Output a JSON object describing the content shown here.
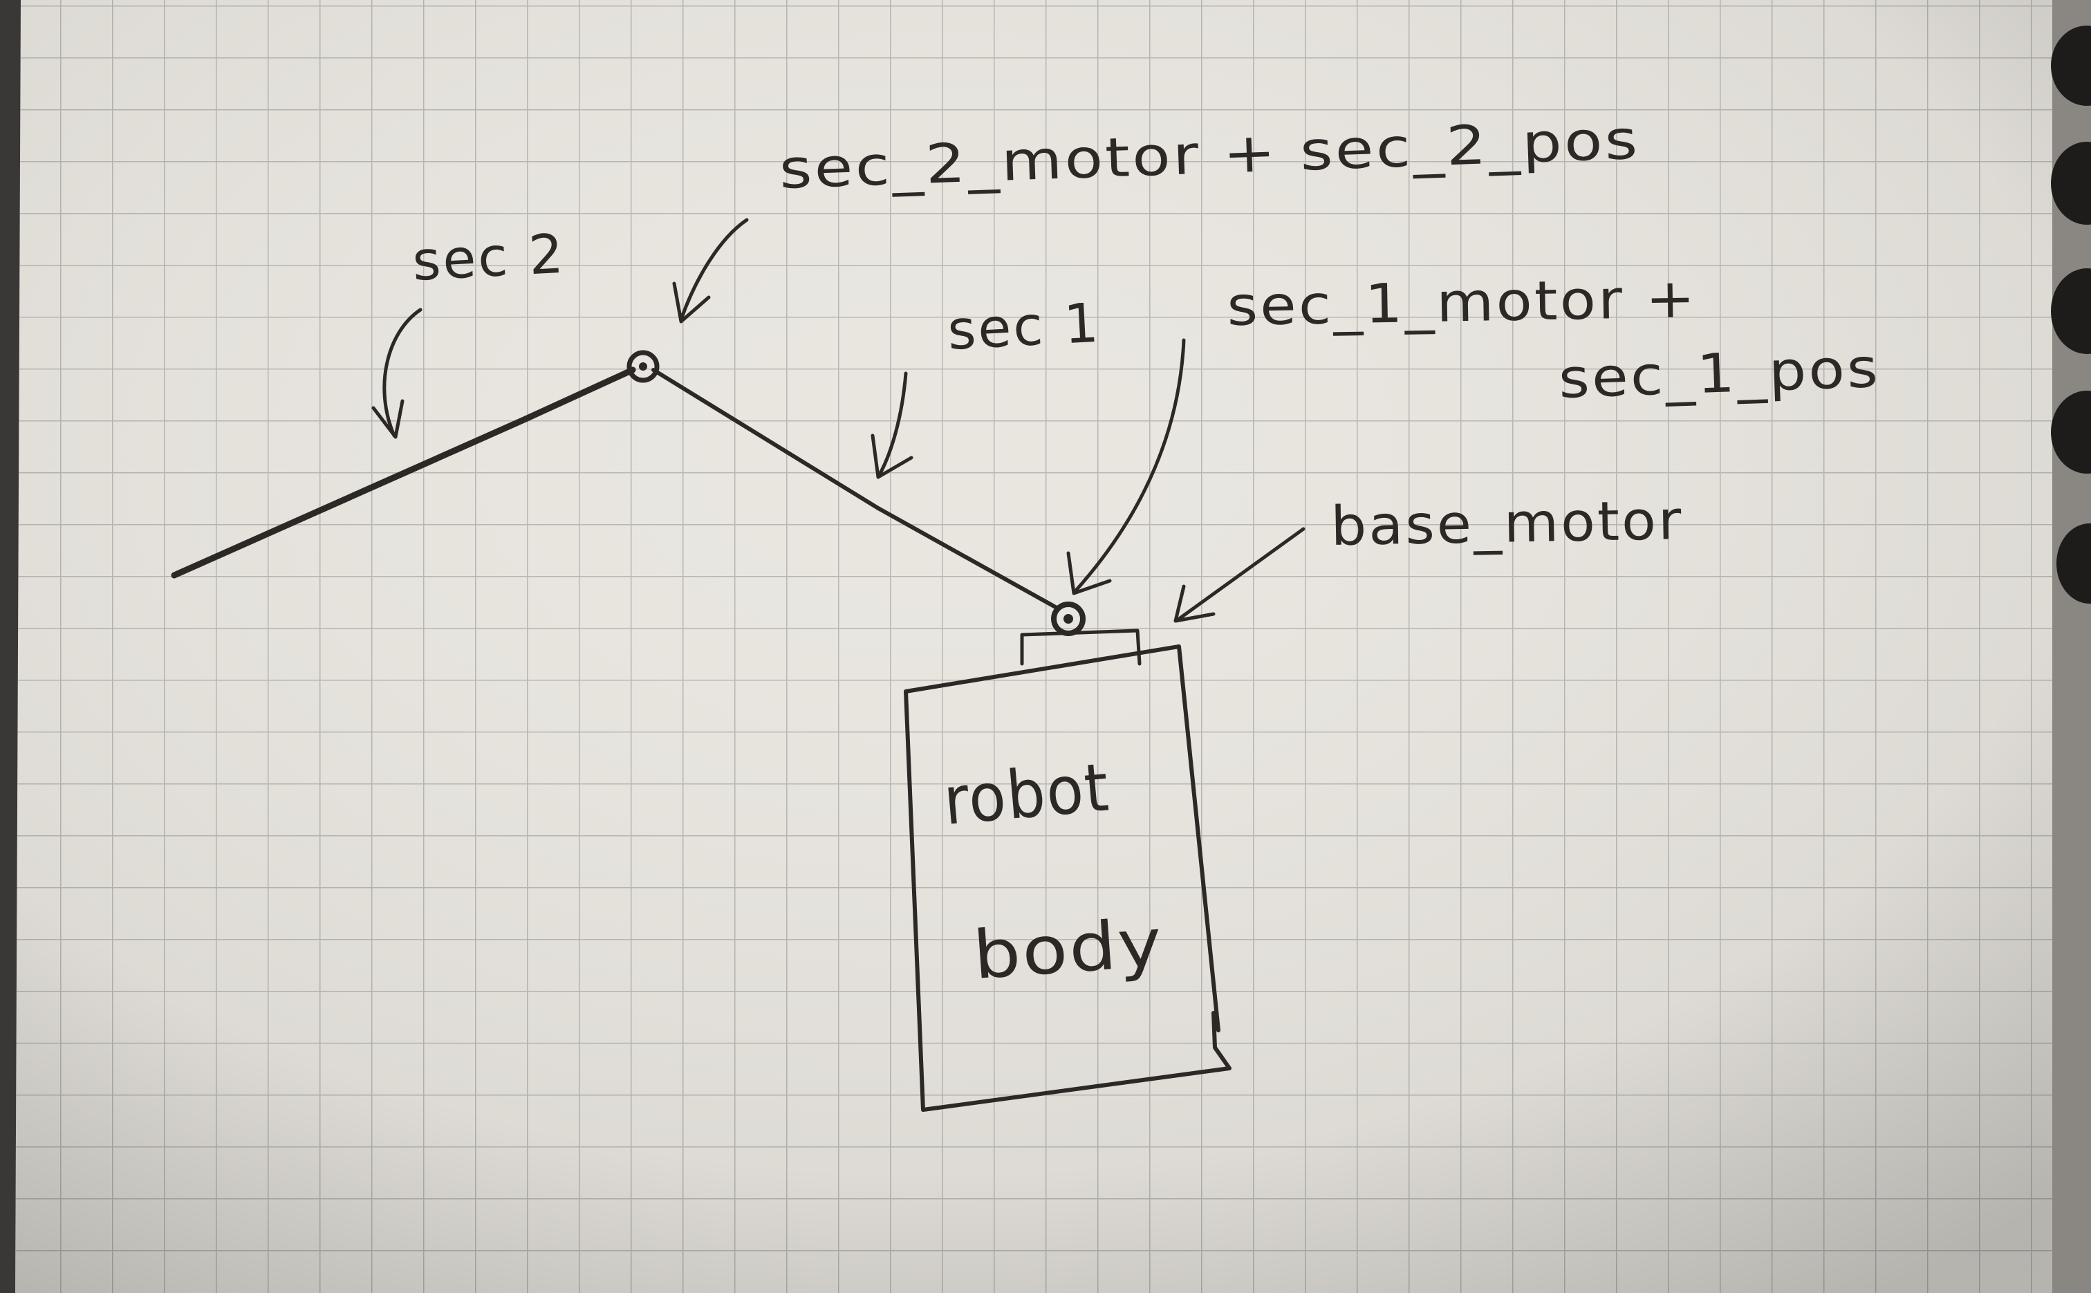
{
  "labels": {
    "sec2_label": "sec 2",
    "sec1_label": "sec 1",
    "sec2_joint_label": "sec_2_motor + sec_2_pos",
    "sec1_joint_label_line1": "sec_1_motor +",
    "sec1_joint_label_line2": "sec_1_pos",
    "base_label": "base_motor",
    "body_label_line1": "robot",
    "body_label_line2": "body"
  },
  "colors": {
    "ink": "#2b2826",
    "paper": "#e9e6e0",
    "grid": "#b9b7b3"
  }
}
